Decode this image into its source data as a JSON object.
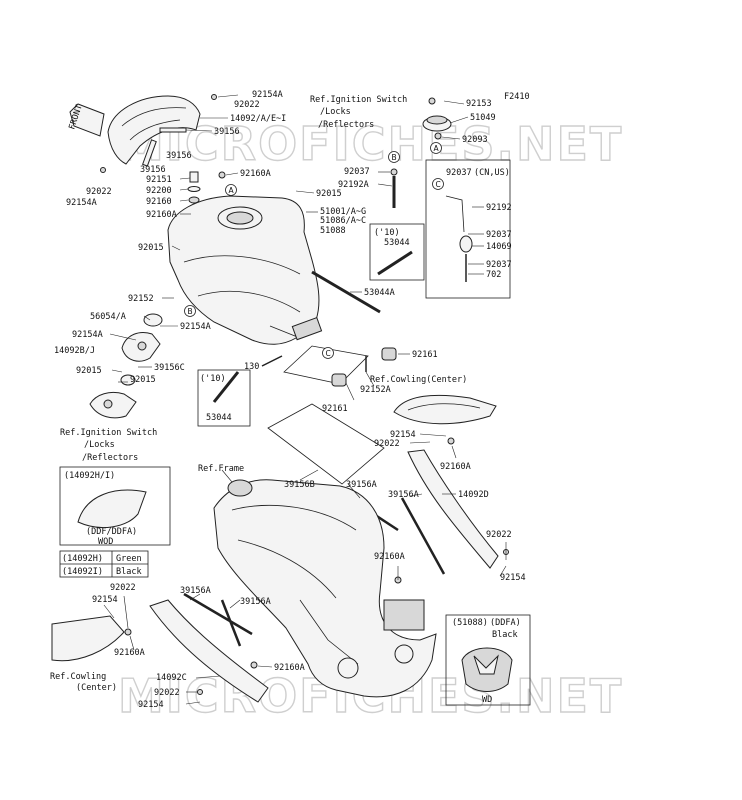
{
  "diagram": {
    "fig_no": "F2410",
    "front_label": "FRONT",
    "watermark": "MICROFICHES.NET",
    "labels": [
      {
        "id": "l1",
        "text": "92154A"
      },
      {
        "id": "l2",
        "text": "92022"
      },
      {
        "id": "l3",
        "text": "14092/A/E~I"
      },
      {
        "id": "l4",
        "text": "39156"
      },
      {
        "id": "l5",
        "text": "39156"
      },
      {
        "id": "l6",
        "text": "39156"
      },
      {
        "id": "l7",
        "text": "92151"
      },
      {
        "id": "l8",
        "text": "92200"
      },
      {
        "id": "l9",
        "text": "92160"
      },
      {
        "id": "l10",
        "text": "92160A"
      },
      {
        "id": "l11",
        "text": "92160A"
      },
      {
        "id": "l12",
        "text": "92015"
      },
      {
        "id": "l13",
        "text": "92022"
      },
      {
        "id": "l14",
        "text": "92154A"
      },
      {
        "id": "l15",
        "text": "92015"
      },
      {
        "id": "l16",
        "text": "92152"
      },
      {
        "id": "l17",
        "text": "56054/A"
      },
      {
        "id": "l18",
        "text": "92154A"
      },
      {
        "id": "l19",
        "text": "92154A"
      },
      {
        "id": "l20",
        "text": "14092B/J"
      },
      {
        "id": "l21",
        "text": "39156C"
      },
      {
        "id": "l22",
        "text": "92015"
      },
      {
        "id": "l23",
        "text": "92015"
      },
      {
        "id": "l24",
        "text": "Ref.Ignition Switch"
      },
      {
        "id": "l25",
        "text": "/Locks"
      },
      {
        "id": "l26",
        "text": "/Reflectors"
      },
      {
        "id": "l27",
        "text": "Ref.Ignition Switch"
      },
      {
        "id": "l28",
        "text": "/Locks"
      },
      {
        "id": "l29",
        "text": "/Reflectors"
      },
      {
        "id": "l30",
        "text": "92153"
      },
      {
        "id": "l31",
        "text": "51049"
      },
      {
        "id": "l32",
        "text": "92093"
      },
      {
        "id": "l33",
        "text": "92037"
      },
      {
        "id": "l34",
        "text": "92192A"
      },
      {
        "id": "l35",
        "text": "51001/A~G"
      },
      {
        "id": "l36",
        "text": "51086/A~C"
      },
      {
        "id": "l37",
        "text": "51088"
      },
      {
        "id": "l38",
        "text": "('10)"
      },
      {
        "id": "l39",
        "text": "53044"
      },
      {
        "id": "l40",
        "text": "53044A"
      },
      {
        "id": "l41",
        "text": "92037"
      },
      {
        "id": "l42",
        "text": "(CN,US)"
      },
      {
        "id": "l43",
        "text": "92192"
      },
      {
        "id": "l44",
        "text": "92037"
      },
      {
        "id": "l45",
        "text": "14069"
      },
      {
        "id": "l46",
        "text": "92037"
      },
      {
        "id": "l47",
        "text": "702"
      },
      {
        "id": "l48",
        "text": "130"
      },
      {
        "id": "l49",
        "text": "('10)"
      },
      {
        "id": "l50",
        "text": "53044"
      },
      {
        "id": "l51",
        "text": "92161"
      },
      {
        "id": "l52",
        "text": "92161"
      },
      {
        "id": "l53",
        "text": "92152A"
      },
      {
        "id": "l54",
        "text": "Ref.Cowling(Center)"
      },
      {
        "id": "l55",
        "text": "92154"
      },
      {
        "id": "l56",
        "text": "92022"
      },
      {
        "id": "l57",
        "text": "92160A"
      },
      {
        "id": "l58",
        "text": "Ref.Frame"
      },
      {
        "id": "l59",
        "text": "39156B"
      },
      {
        "id": "l60",
        "text": "39156A"
      },
      {
        "id": "l61",
        "text": "39156A"
      },
      {
        "id": "l62",
        "text": "14092D"
      },
      {
        "id": "l63",
        "text": "92022"
      },
      {
        "id": "l64",
        "text": "92154"
      },
      {
        "id": "l65",
        "text": "92160A"
      },
      {
        "id": "l66",
        "text": "(14092H/I)"
      },
      {
        "id": "l67",
        "text": "(DDF/DDFA)"
      },
      {
        "id": "l68",
        "text": "WOD"
      },
      {
        "id": "l69",
        "text": "(14092H)"
      },
      {
        "id": "l70",
        "text": "Green"
      },
      {
        "id": "l71",
        "text": "(14092I)"
      },
      {
        "id": "l72",
        "text": "Black"
      },
      {
        "id": "l73",
        "text": "92022"
      },
      {
        "id": "l74",
        "text": "92154"
      },
      {
        "id": "l75",
        "text": "92160A"
      },
      {
        "id": "l76",
        "text": "Ref.Cowling"
      },
      {
        "id": "l77",
        "text": "(Center)"
      },
      {
        "id": "l78",
        "text": "39156A"
      },
      {
        "id": "l79",
        "text": "39156A"
      },
      {
        "id": "l80",
        "text": "92160A"
      },
      {
        "id": "l81",
        "text": "14092C"
      },
      {
        "id": "l82",
        "text": "92022"
      },
      {
        "id": "l83",
        "text": "92154"
      },
      {
        "id": "l84",
        "text": "(51088)"
      },
      {
        "id": "l85",
        "text": "(DDFA)"
      },
      {
        "id": "l86",
        "text": "Black"
      },
      {
        "id": "l87",
        "text": "WD"
      }
    ],
    "callouts": [
      {
        "id": "c1",
        "text": "A"
      },
      {
        "id": "c2",
        "text": "A"
      },
      {
        "id": "c3",
        "text": "B"
      },
      {
        "id": "c4",
        "text": "B"
      },
      {
        "id": "c5",
        "text": "C"
      },
      {
        "id": "c6",
        "text": "C"
      }
    ]
  }
}
